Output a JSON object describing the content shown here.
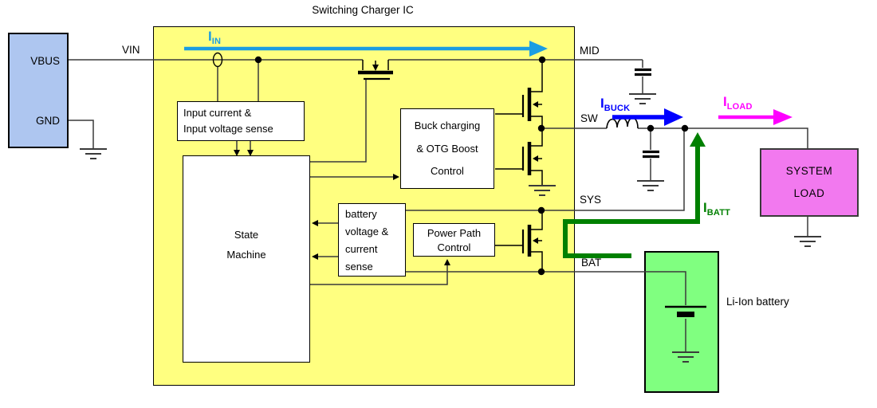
{
  "title": "Switching Charger IC",
  "colors": {
    "ic_fill": "#FFFF80",
    "vbus_fill": "#AEC6F0",
    "system_load_fill": "#F279EF",
    "battery_fill": "#80FF80",
    "i_in": "#1B9DE2",
    "i_buck": "#0000FF",
    "i_load": "#FF00FF",
    "i_batt": "#008000"
  },
  "source": {
    "vbus_label": "VBUS",
    "gnd_label": "GND"
  },
  "pins": {
    "vin": "VIN",
    "mid": "MID",
    "sw": "SW",
    "sys": "SYS",
    "bat": "BAT"
  },
  "ic_blocks": {
    "input_sense": {
      "lines": [
        "Input current &",
        "Input voltage sense"
      ]
    },
    "state_machine": {
      "lines": [
        "State",
        "Machine"
      ]
    },
    "buck_control": {
      "lines": [
        "Buck charging",
        "& OTG Boost",
        "Control"
      ]
    },
    "battery_sense": {
      "lines": [
        "battery",
        "voltage &",
        "current",
        "sense"
      ]
    },
    "power_path": {
      "lines": [
        "Power Path",
        "Control"
      ]
    }
  },
  "external": {
    "system_load": {
      "lines": [
        "SYSTEM",
        "LOAD"
      ]
    },
    "battery_caption": "Li-Ion battery"
  },
  "currents": {
    "iin": {
      "main": "I",
      "sub": "IN"
    },
    "ibuck": {
      "main": "I",
      "sub": "BUCK"
    },
    "iload": {
      "main": "I",
      "sub": "LOAD"
    },
    "ibatt": {
      "main": "I",
      "sub": "BATT"
    }
  }
}
